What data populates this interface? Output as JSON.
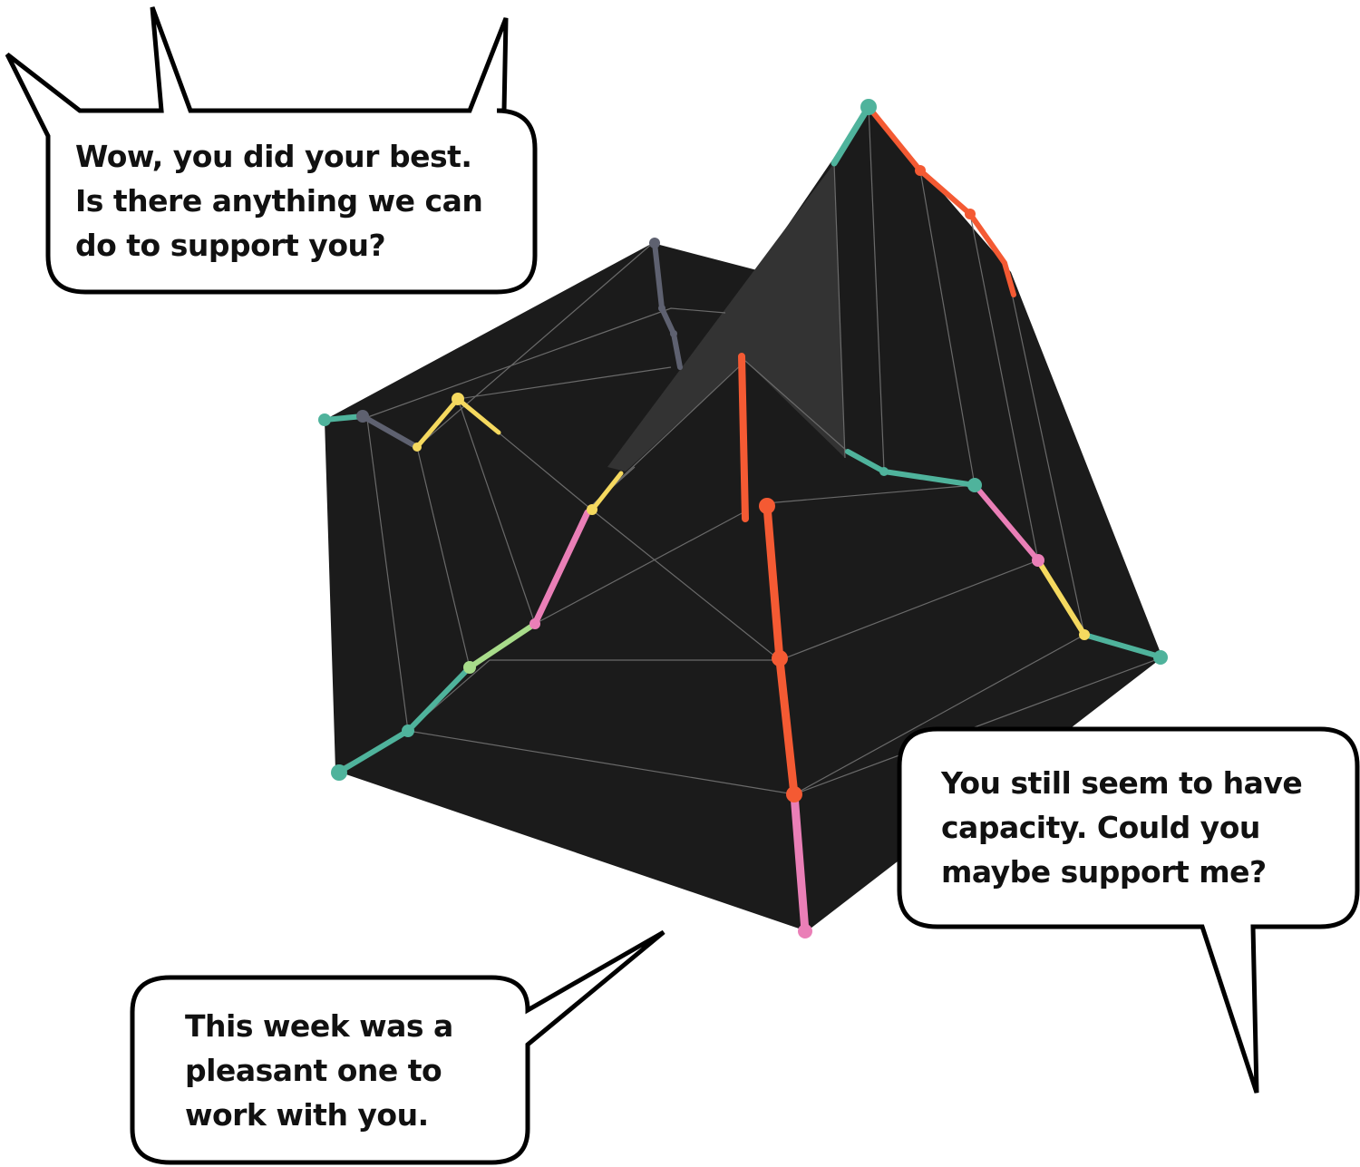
{
  "bubbles": {
    "top_left": {
      "lines": [
        "Wow, you did your best.",
        "Is there anything we can",
        "do to support you?"
      ]
    },
    "bottom_left": {
      "lines": [
        "This week was a",
        "pleasant one to",
        "work with you."
      ]
    },
    "right": {
      "lines": [
        "You still seem to have",
        "capacity. Could you",
        "maybe support me?"
      ]
    }
  },
  "colors": {
    "surface": "#1b1b1b",
    "ridge": "#333333",
    "grid": "#6a6a6a",
    "teal": "#4fb39c",
    "orange": "#f45a33",
    "pink": "#ea7fb7",
    "yellow": "#f5d95f",
    "gray": "#5e6170",
    "lime": "#a8dc8a",
    "bubble_fill": "#ffffff",
    "bubble_stroke": "#000000"
  }
}
